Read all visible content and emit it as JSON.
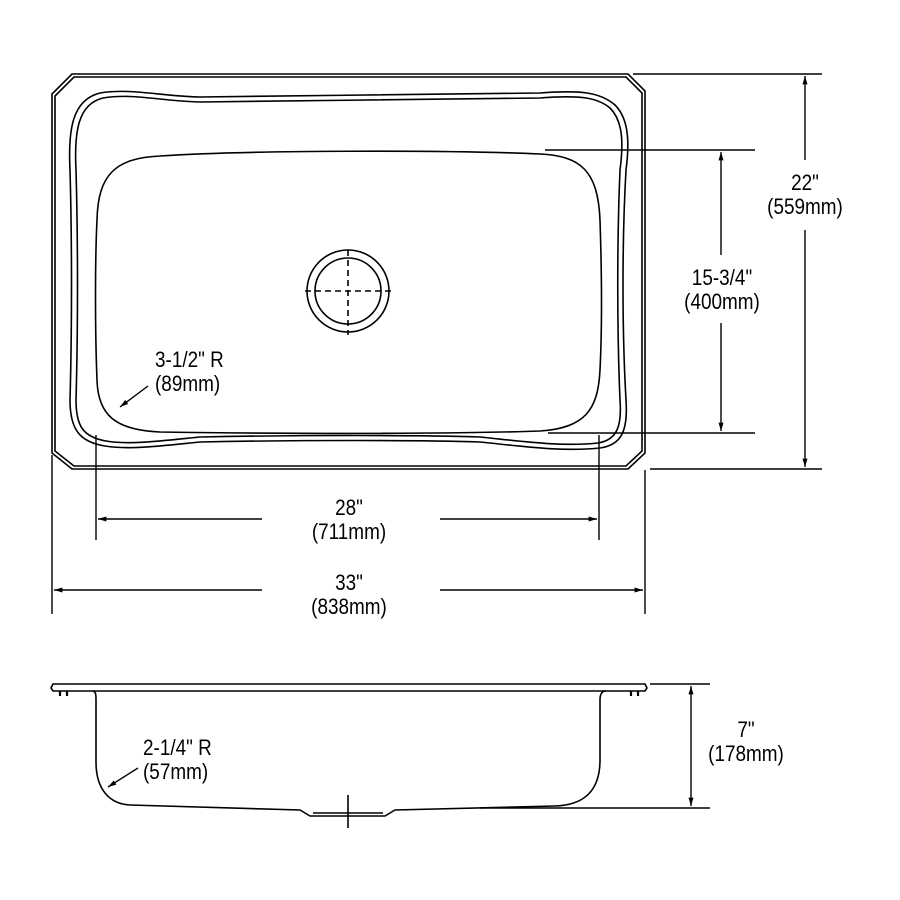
{
  "drawing": {
    "stroke_color": "#000000",
    "background_color": "#ffffff",
    "views": [
      "top-view",
      "side-view"
    ]
  },
  "dimensions": {
    "overall_width": {
      "imperial": "33\"",
      "metric": "(838mm)"
    },
    "bowl_width": {
      "imperial": "28\"",
      "metric": "(711mm)"
    },
    "overall_depth": {
      "imperial": "22\"",
      "metric": "(559mm)"
    },
    "bowl_depth": {
      "imperial": "15-3/4\"",
      "metric": "(400mm)"
    },
    "bowl_corner_radius": {
      "imperial": "3-1/2\" R",
      "metric": "(89mm)"
    },
    "bottom_radius": {
      "imperial": "2-1/4\" R",
      "metric": "(57mm)"
    },
    "bowl_height": {
      "imperial": "7\"",
      "metric": "(178mm)"
    }
  }
}
